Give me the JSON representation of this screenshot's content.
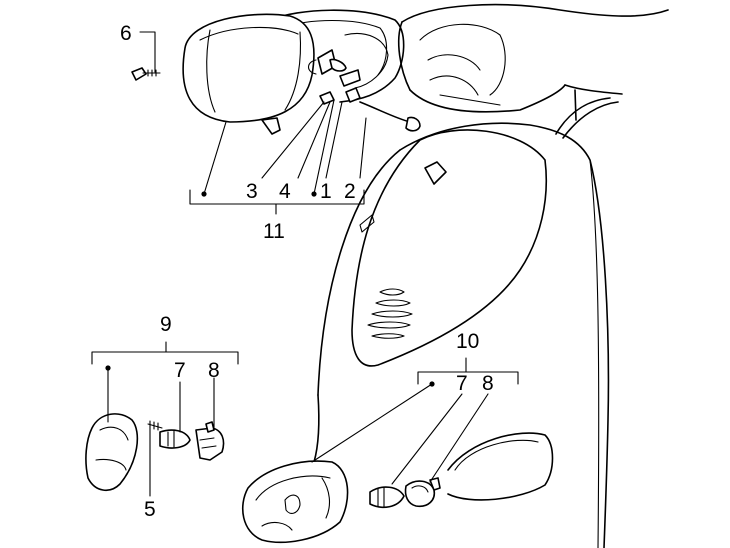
{
  "callouts": {
    "c1": "1",
    "c2": "2",
    "c3": "3",
    "c4": "4",
    "c5": "5",
    "c6": "6",
    "c7a": "7",
    "c7b": "7",
    "c8a": "8",
    "c8b": "8",
    "c9": "9",
    "c10": "10",
    "c11": "11"
  }
}
